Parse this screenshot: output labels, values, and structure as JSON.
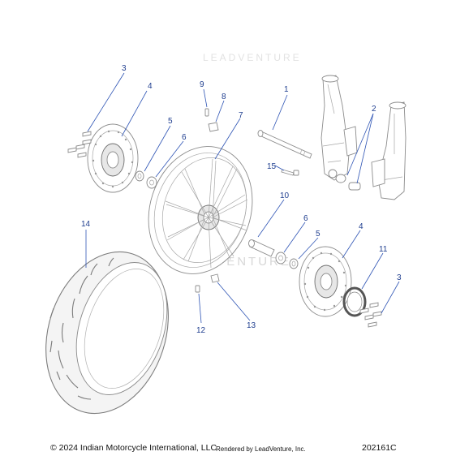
{
  "footer": {
    "copyright": "© 2024 Indian Motorcycle International, LLC",
    "rendered_by": "Rendered by LeadVenture, Inc.",
    "diagram_id": "202161C"
  },
  "watermark": "LEADVENTURE",
  "callouts": [
    {
      "label": "1"
    },
    {
      "label": "2"
    },
    {
      "label": "3"
    },
    {
      "label": "3"
    },
    {
      "label": "4"
    },
    {
      "label": "4"
    },
    {
      "label": "5"
    },
    {
      "label": "5"
    },
    {
      "label": "6"
    },
    {
      "label": "6"
    },
    {
      "label": "7"
    },
    {
      "label": "8"
    },
    {
      "label": "9"
    },
    {
      "label": "10"
    },
    {
      "label": "11"
    },
    {
      "label": "12"
    },
    {
      "label": "13"
    },
    {
      "label": "14"
    },
    {
      "label": "15"
    }
  ]
}
